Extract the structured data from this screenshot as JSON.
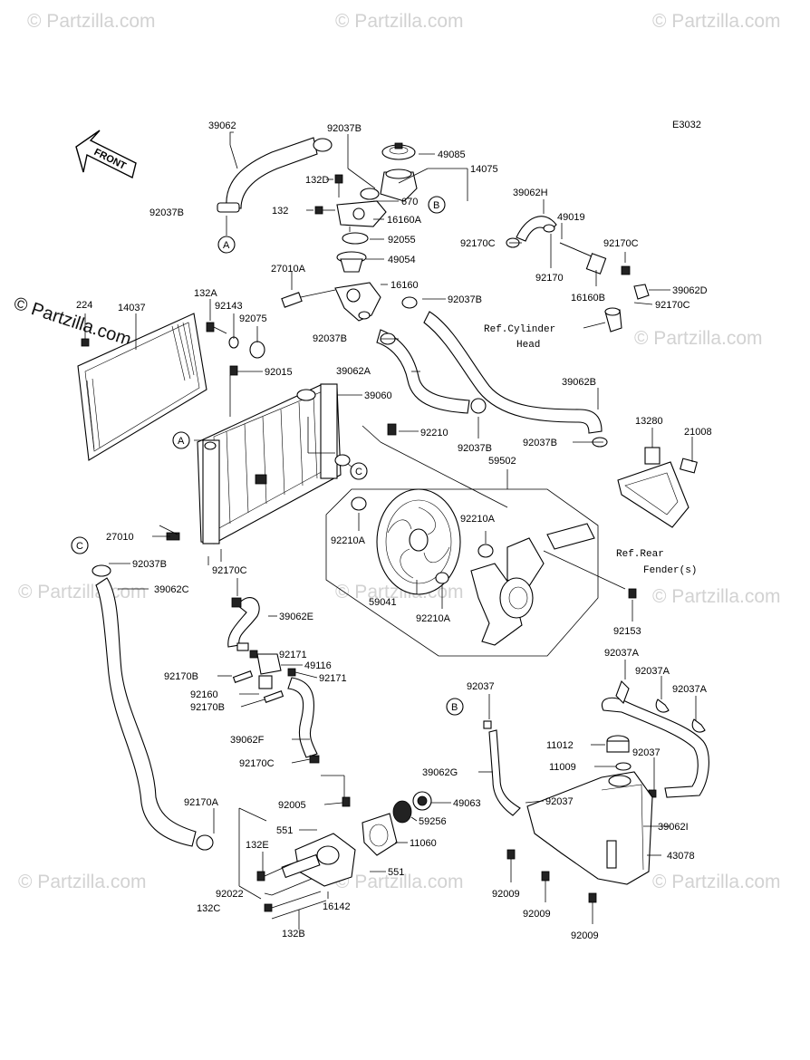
{
  "diagram": {
    "code": "E3032",
    "front_label": "FRONT",
    "watermark_text": "© Partzilla.com",
    "watermark_main": "© Partzilla.com"
  },
  "callouts": {
    "A_top": "A",
    "A_left": "A",
    "B_top": "B",
    "B_bottom": "B",
    "C_right": "C",
    "C_left": "C"
  },
  "labels": {
    "p39062": "39062",
    "p92037B_top": "92037B",
    "p49085": "49085",
    "p14075": "14075",
    "p132D": "132D",
    "p670": "670",
    "p132": "132",
    "p16160A": "16160A",
    "p92037B_left": "92037B",
    "p92055": "92055",
    "p49054": "49054",
    "p39062H": "39062H",
    "p49019": "49019",
    "p92170C_a": "92170C",
    "p92170C_b": "92170C",
    "p92170": "92170",
    "p16160B": "16160B",
    "p39062D": "39062D",
    "p92170C_c": "92170C",
    "refcyl1": "Ref.Cylinder",
    "refcyl2": "Head",
    "p27010A": "27010A",
    "p16160": "16160",
    "p92037B_mid": "92037B",
    "p224": "224",
    "p14037": "14037",
    "p132A": "132A",
    "p92143": "92143",
    "p92075": "92075",
    "p92037B_c": "92037B",
    "p92015": "92015",
    "p39062A": "39062A",
    "p39060": "39060",
    "p39062B": "39062B",
    "p92210": "92210",
    "p92037B_d": "92037B",
    "p92037B_e": "92037B",
    "p13280": "13280",
    "p21008": "21008",
    "p59502": "59502",
    "p92210A_a": "92210A",
    "p92210A_b": "92210A",
    "p27010": "27010",
    "refrear1": "Ref.Rear",
    "refrear2": "Fender(s)",
    "p92037B_f": "92037B",
    "p39062C": "39062C",
    "p92170C_d": "92170C",
    "p59041": "59041",
    "p92210A_c": "92210A",
    "p39062E": "39062E",
    "p92153": "92153",
    "p92037A_a": "92037A",
    "p92171_a": "92171",
    "p92037A_b": "92037A",
    "p92170B_a": "92170B",
    "p49116": "49116",
    "p92171_b": "92171",
    "p92037": "92037",
    "p92037A_c": "92037A",
    "p92160": "92160",
    "p92170B_b": "92170B",
    "p39062F": "39062F",
    "p11012": "11012",
    "p92037_b": "92037",
    "p92170C_e": "92170C",
    "p39062G": "39062G",
    "p11009": "11009",
    "p92005": "92005",
    "p49063": "49063",
    "p92037_c": "92037",
    "p92170A": "92170A",
    "p551_a": "551",
    "p59256": "59256",
    "p39062I": "39062I",
    "p132E": "132E",
    "p11060": "11060",
    "p43078": "43078",
    "p551_b": "551",
    "p92022": "92022",
    "p92009_a": "92009",
    "p92009_b": "92009",
    "p132C": "132C",
    "p16142": "16142",
    "p132B": "132B",
    "p92009_c": "92009"
  }
}
